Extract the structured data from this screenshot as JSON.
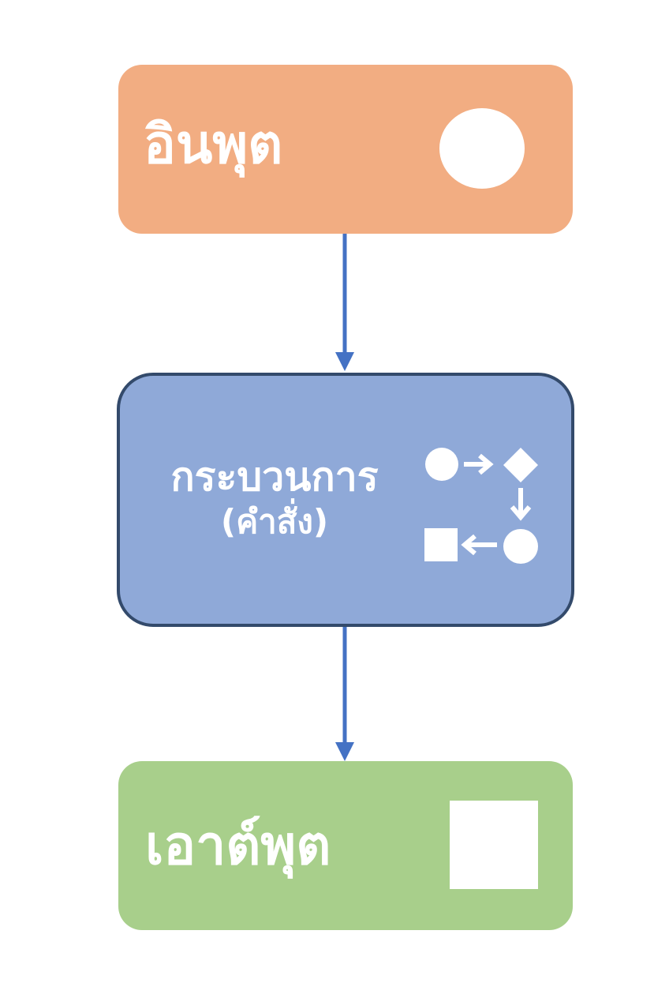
{
  "diagram": {
    "nodes": {
      "input": {
        "label": "อินพุต",
        "color": "#f2ad82",
        "icon": "circle-icon"
      },
      "process": {
        "label_line1": "กระบวนการ",
        "label_line2": "(คำสั่ง)",
        "color": "#8fa9d8",
        "border_color": "#334a6b",
        "icon": "process-steps-icon"
      },
      "output": {
        "label": "เอาต์พุต",
        "color": "#a8cf8b",
        "icon": "square-icon"
      }
    },
    "edges": [
      {
        "from": "input",
        "to": "process",
        "color": "#4472c4"
      },
      {
        "from": "process",
        "to": "output",
        "color": "#4472c4"
      }
    ]
  }
}
